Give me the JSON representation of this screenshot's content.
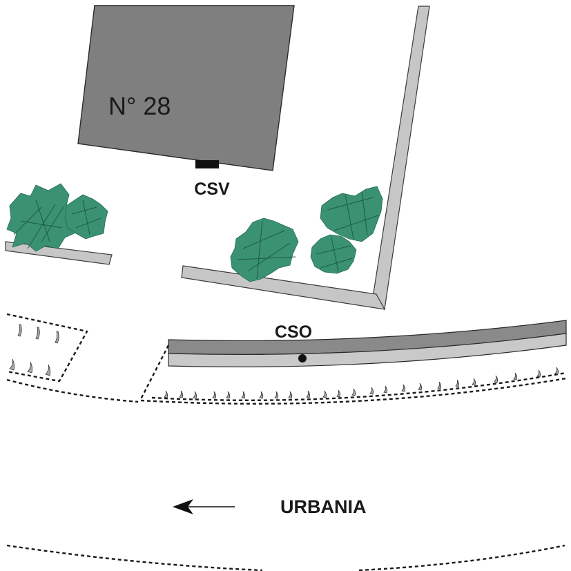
{
  "map": {
    "building_label": "N° 28",
    "labels": {
      "csv": "CSV",
      "cso": "CSO",
      "direction": "URBANIA"
    },
    "direction_arrow": "left-arrow",
    "colors": {
      "building": "#7f7f7f",
      "walls": "#c6c6c6",
      "pipe_top": "#8a8a8a",
      "pipe_bottom": "#c9c9c9",
      "trees": "#3a9272"
    }
  }
}
